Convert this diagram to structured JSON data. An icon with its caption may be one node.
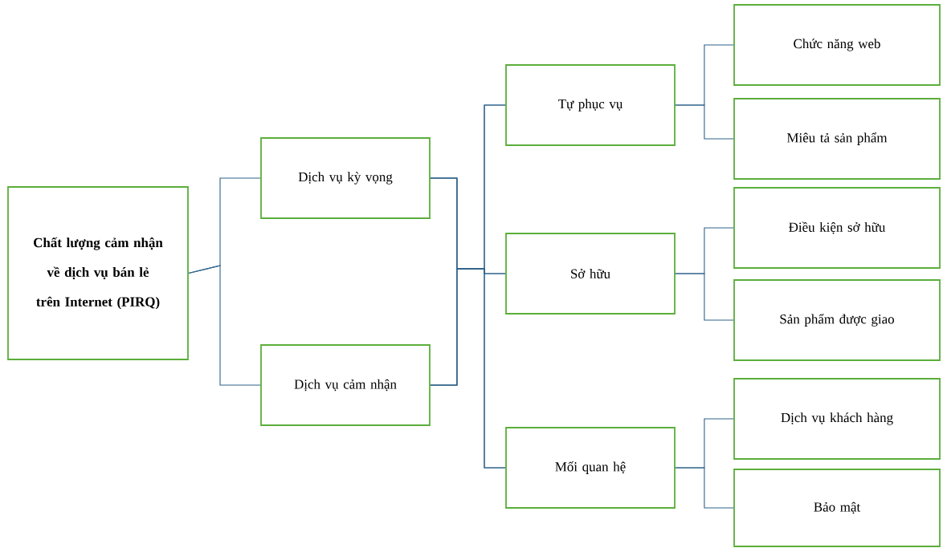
{
  "diagram": {
    "nodes": [
      {
        "text": [
          "Chất lượng cảm nhận về dịch vụ bán lẻ trên Internet (PIRQ)"
        ]
      },
      {
        "text": [
          "Dịch vụ kỳ vọng"
        ]
      },
      {
        "text": [
          "Dịch vụ cảm nhận"
        ]
      },
      {
        "text": [
          "Tự phục vụ"
        ]
      },
      {
        "text": [
          "Sở hữu"
        ]
      },
      {
        "text": [
          "Mối quan hệ"
        ]
      },
      {
        "text": [
          "Chức năng web"
        ]
      },
      {
        "text": [
          "Miêu tả sản phẩm"
        ]
      },
      {
        "text": [
          "Điều kiện sở hữu"
        ]
      },
      {
        "text": [
          "Sản phẩm được giao"
        ]
      },
      {
        "text": [
          "Dịch vụ khách hàng"
        ]
      },
      {
        "text": [
          "Bảo mật"
        ]
      }
    ],
    "edges": [
      {
        "from": 0,
        "to": 1,
        "arrow": "none"
      },
      {
        "from": 0,
        "to": 2,
        "arrow": "none"
      },
      {
        "from": 1,
        "to": 3,
        "arrow": "none"
      },
      {
        "from": 1,
        "to": 4,
        "arrow": "none"
      },
      {
        "from": 1,
        "to": 5,
        "arrow": "none"
      },
      {
        "from": 2,
        "to": 3,
        "arrow": "none"
      },
      {
        "from": 2,
        "to": 4,
        "arrow": "none"
      },
      {
        "from": 2,
        "to": 5,
        "arrow": "none"
      },
      {
        "from": 3,
        "to": 6,
        "arrow": "none"
      },
      {
        "from": 3,
        "to": 7,
        "arrow": "none"
      },
      {
        "from": 4,
        "to": 8,
        "arrow": "none"
      },
      {
        "from": 4,
        "to": 9,
        "arrow": "none"
      },
      {
        "from": 5,
        "to": 10,
        "arrow": "none"
      },
      {
        "from": 5,
        "to": 11,
        "arrow": "none"
      }
    ]
  }
}
